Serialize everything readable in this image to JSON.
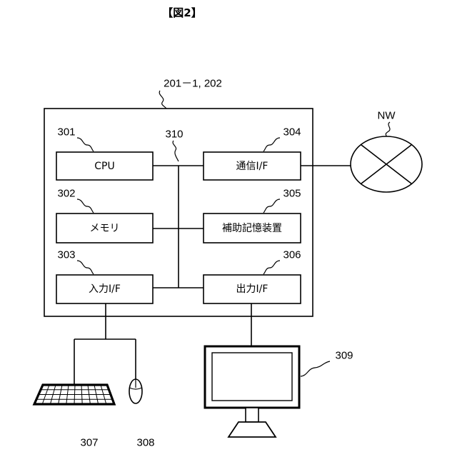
{
  "figure_label": "【図2】",
  "device_label": "201－1, 202",
  "bus": {
    "ref": "310"
  },
  "components": [
    {
      "ref": "301",
      "label": "CPU"
    },
    {
      "ref": "302",
      "label": "メモリ"
    },
    {
      "ref": "303",
      "label": "入力I/F"
    },
    {
      "ref": "304",
      "label": "通信I/F"
    },
    {
      "ref": "305",
      "label": "補助記憶装置"
    },
    {
      "ref": "306",
      "label": "出力I/F"
    }
  ],
  "network": {
    "label": "NW"
  },
  "peripherals": [
    {
      "ref": "307",
      "icon": "keyboard-icon"
    },
    {
      "ref": "308",
      "icon": "mouse-icon"
    },
    {
      "ref": "309",
      "icon": "monitor-icon"
    }
  ]
}
